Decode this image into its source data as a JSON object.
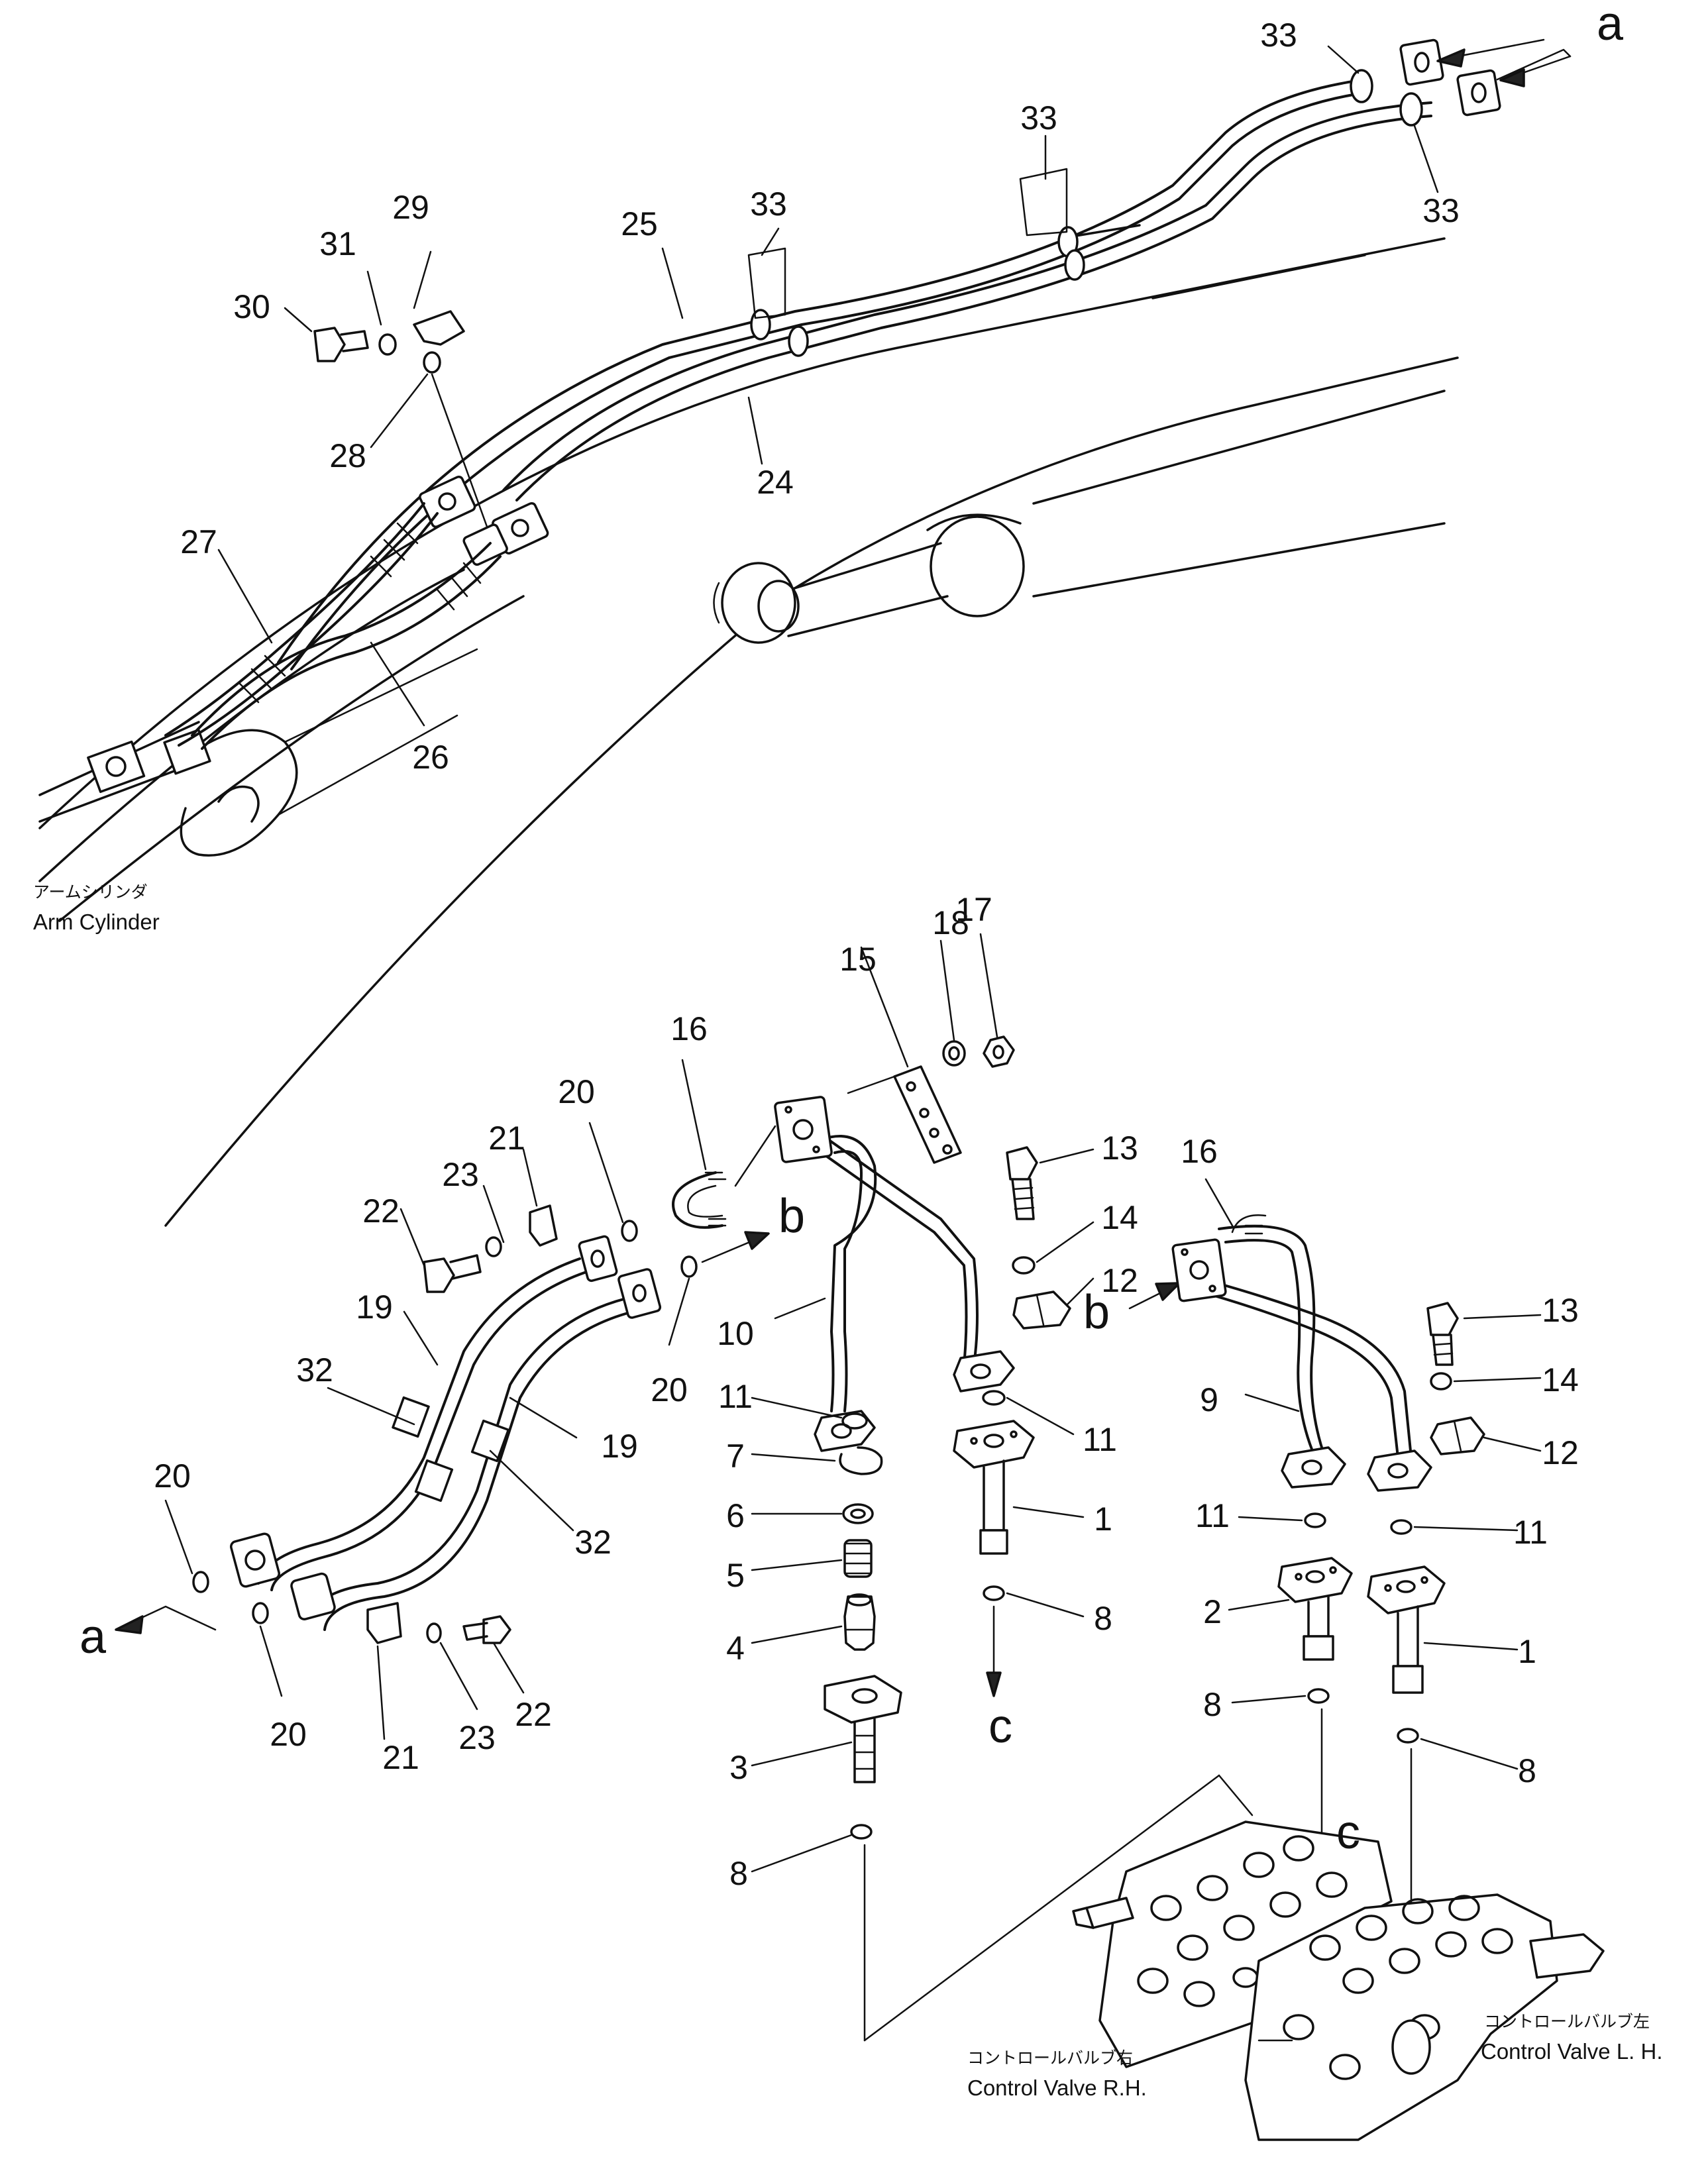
{
  "labels": {
    "n1a": "1",
    "n1b": "1",
    "n2": "2",
    "n3": "3",
    "n4": "4",
    "n5": "5",
    "n6": "6",
    "n7": "7",
    "n8a": "8",
    "n8b": "8",
    "n8c": "8",
    "n8d": "8",
    "n9": "9",
    "n10": "10",
    "n11a": "11",
    "n11b": "11",
    "n11c": "11",
    "n11d": "11",
    "n12a": "12",
    "n12b": "12",
    "n13a": "13",
    "n13b": "13",
    "n14a": "14",
    "n14b": "14",
    "n15": "15",
    "n16a": "16",
    "n16b": "16",
    "n17": "17",
    "n18": "18",
    "n19a": "19",
    "n19b": "19",
    "n20a": "20",
    "n20b": "20",
    "n20c": "20",
    "n20d": "20",
    "n21a": "21",
    "n21b": "21",
    "n22a": "22",
    "n22b": "22",
    "n23a": "23",
    "n23b": "23",
    "n24": "24",
    "n25": "25",
    "n26": "26",
    "n27": "27",
    "n28": "28",
    "n29": "29",
    "n30": "30",
    "n31": "31",
    "n32a": "32",
    "n32b": "32",
    "n33a": "33",
    "n33b": "33",
    "n33c": "33",
    "n33d": "33"
  },
  "letters": {
    "a_top": "a",
    "a_bottom": "a",
    "b_upper": "b",
    "b_lower": "b",
    "c_left": "c",
    "c_right": "c"
  },
  "captions": {
    "arm_cylinder_jp": "アームシリンダ",
    "arm_cylinder_en": "Arm Cylinder",
    "control_valve_rh_jp": "コントロールバルブ右",
    "control_valve_rh_en": "Control Valve R.H.",
    "control_valve_lh_jp": "コントロールバルブ左",
    "control_valve_lh_en": "Control Valve L. H."
  }
}
